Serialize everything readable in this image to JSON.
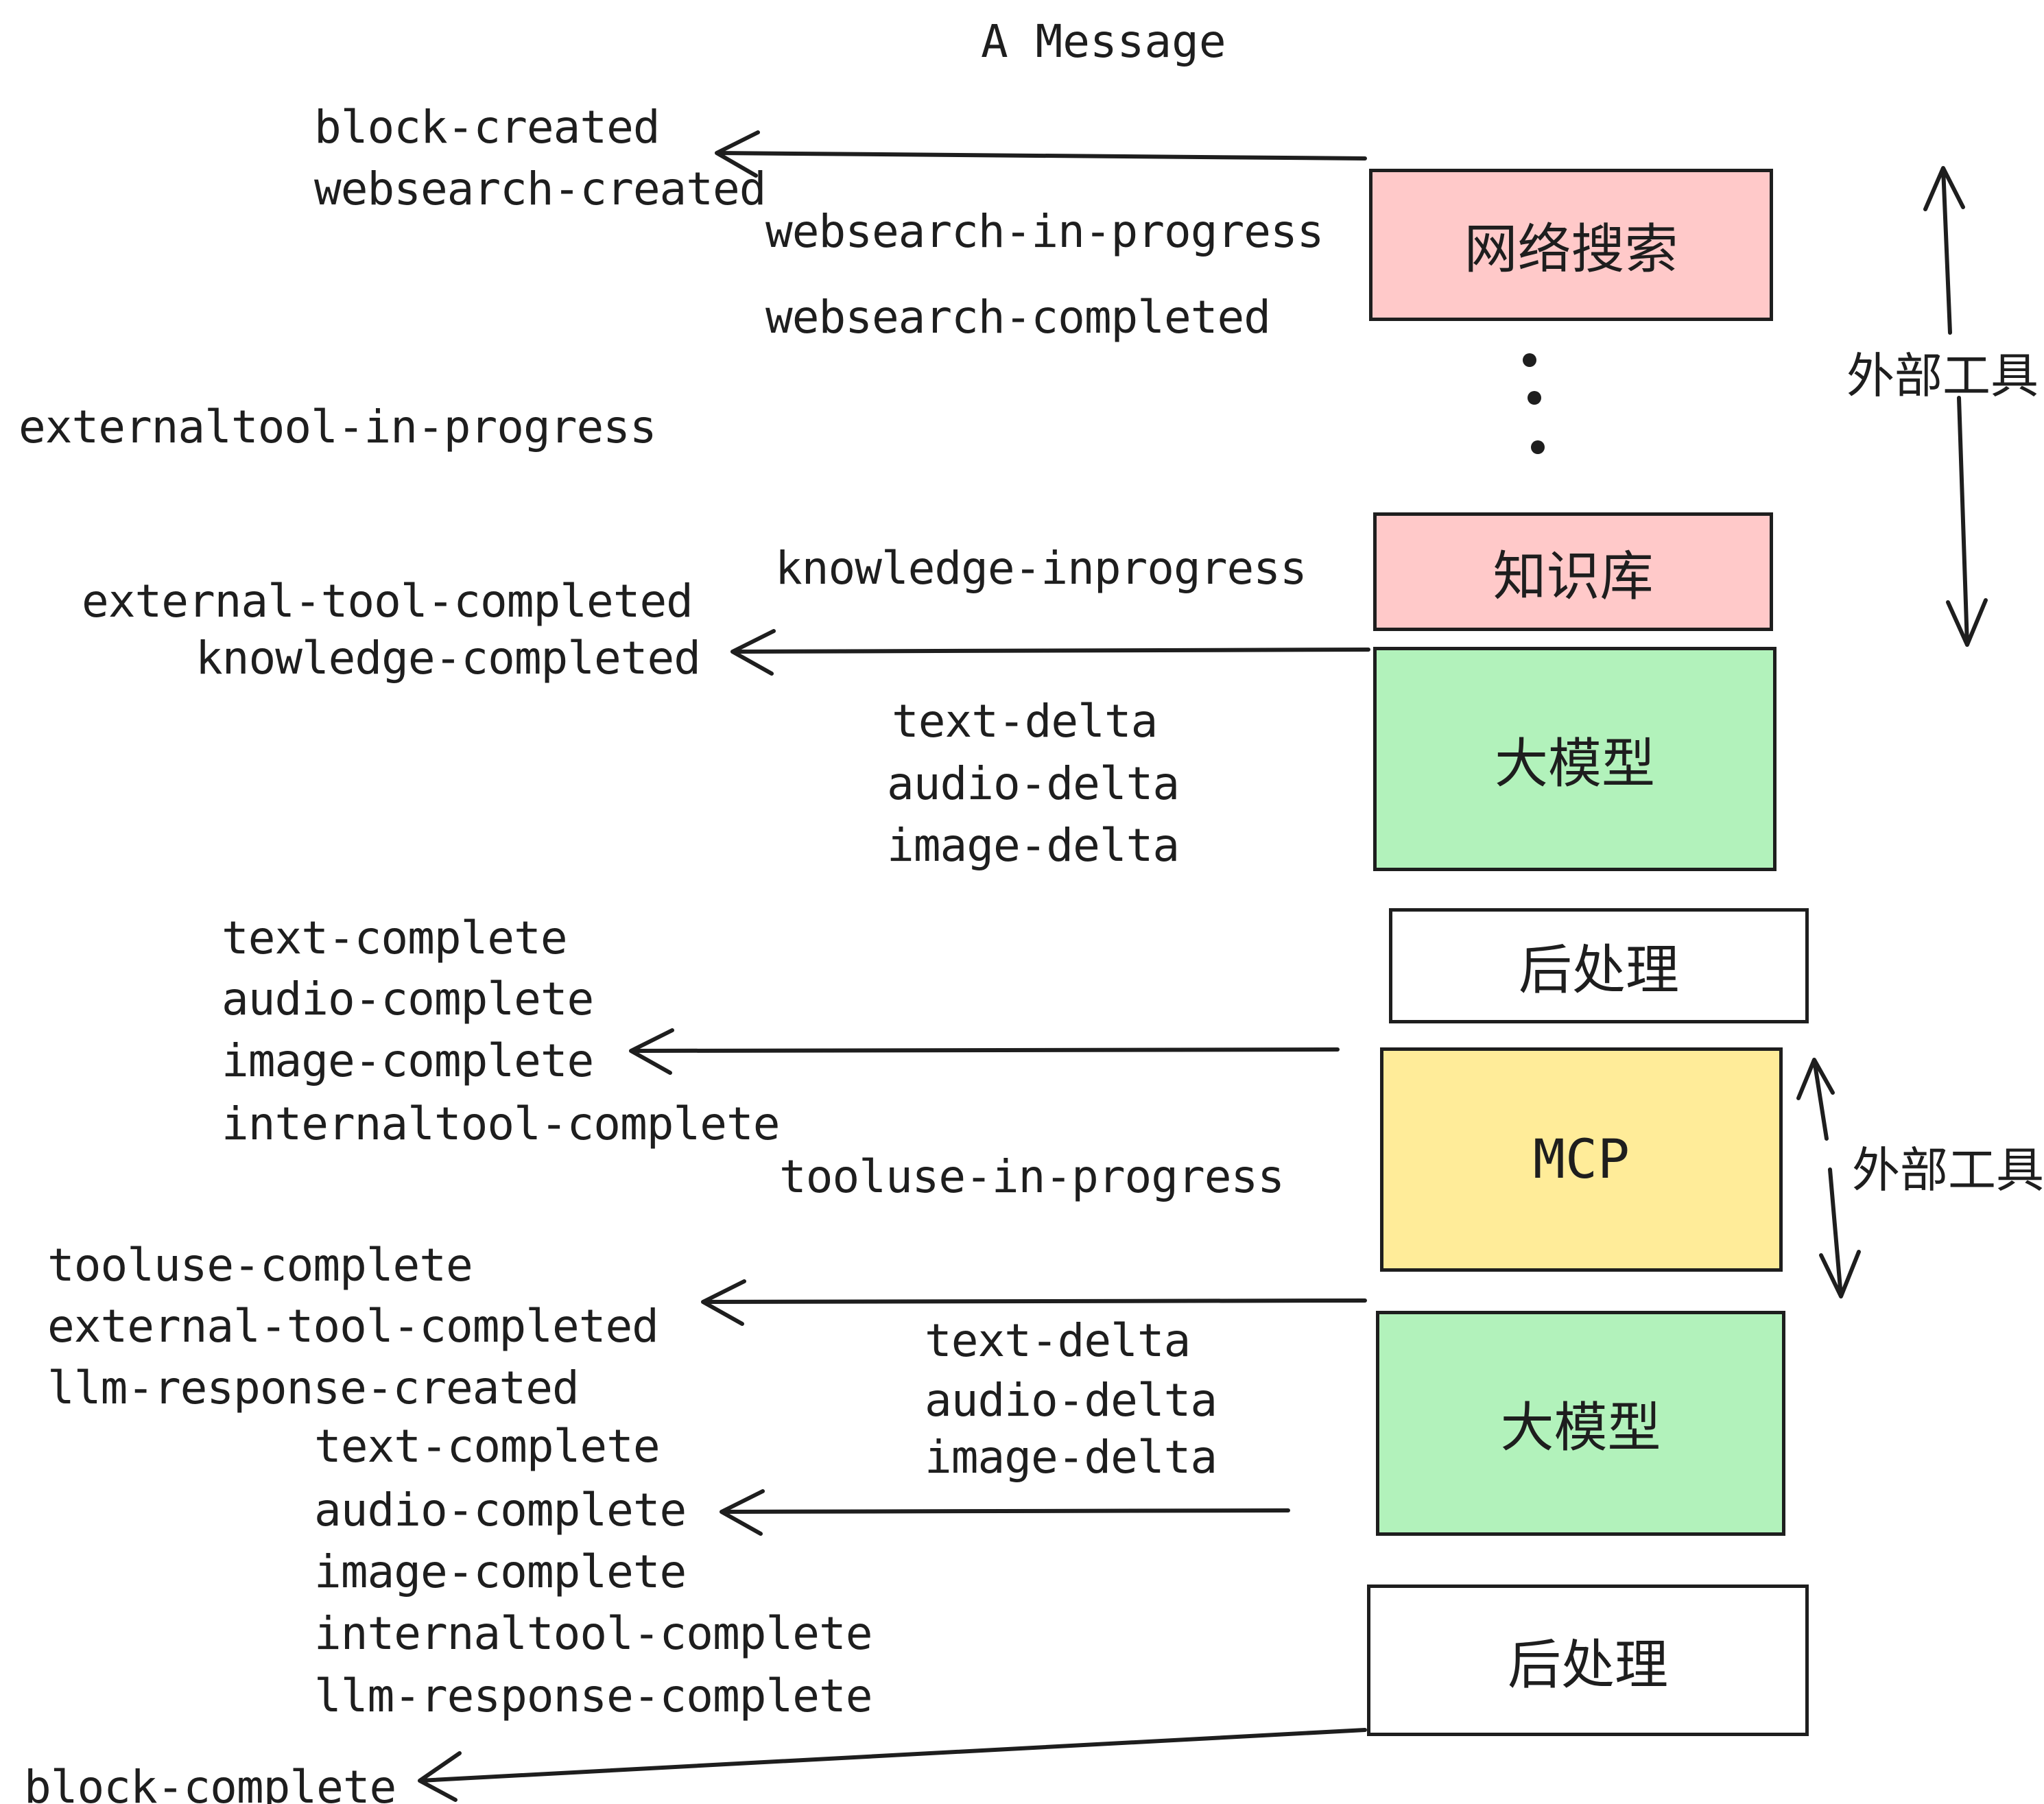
{
  "title": "A Message",
  "colors": {
    "stroke": "#1e1e1e",
    "pink": "#ffc9c9",
    "green": "#b2f2bb",
    "yellow": "#ffec99",
    "white": "#ffffff"
  },
  "boxes": [
    {
      "label": "网络搜索",
      "color": "pink"
    },
    {
      "label": "知识库",
      "color": "pink"
    },
    {
      "label": "大模型",
      "color": "green"
    },
    {
      "label": "后处理",
      "color": "white"
    },
    {
      "label": "MCP",
      "color": "yellow"
    },
    {
      "label": "大模型",
      "color": "green"
    },
    {
      "label": "后处理",
      "color": "white"
    }
  ],
  "events": [
    {
      "text": "block-created"
    },
    {
      "text": "websearch-created"
    },
    {
      "text": "websearch-in-progress"
    },
    {
      "text": "websearch-completed"
    },
    {
      "text": "externaltool-in-progress"
    },
    {
      "text": "knowledge-inprogress"
    },
    {
      "text": "external-tool-completed"
    },
    {
      "text": "knowledge-completed"
    },
    {
      "text": "text-delta"
    },
    {
      "text": "audio-delta"
    },
    {
      "text": "image-delta"
    },
    {
      "text": "text-complete"
    },
    {
      "text": "audio-complete"
    },
    {
      "text": "image-complete"
    },
    {
      "text": "internaltool-complete"
    },
    {
      "text": "tooluse-in-progress"
    },
    {
      "text": "tooluse-complete"
    },
    {
      "text": "external-tool-completed"
    },
    {
      "text": "llm-response-created"
    },
    {
      "text": "text-delta"
    },
    {
      "text": "audio-delta"
    },
    {
      "text": "image-delta"
    },
    {
      "text": "text-complete"
    },
    {
      "text": "audio-complete"
    },
    {
      "text": "image-complete"
    },
    {
      "text": "internaltool-complete"
    },
    {
      "text": "llm-response-complete"
    },
    {
      "text": "block-complete"
    }
  ],
  "side_labels": [
    {
      "text": "外部工具"
    },
    {
      "text": "外部工具"
    }
  ]
}
